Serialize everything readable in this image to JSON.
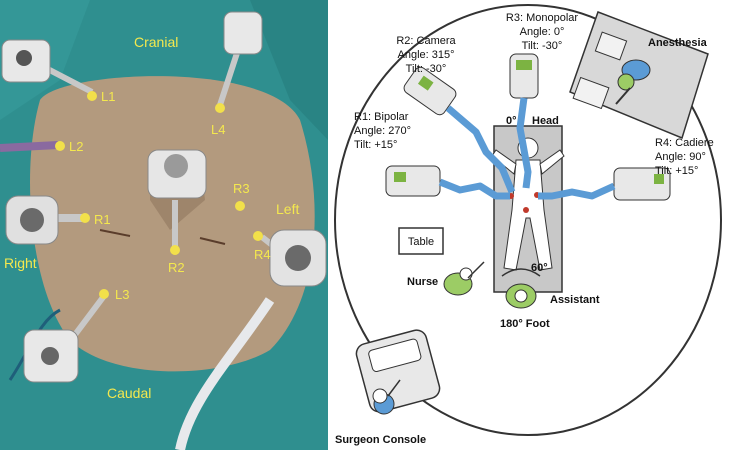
{
  "photo": {
    "orientation": {
      "cranial": "Cranial",
      "caudal": "Caudal",
      "left": "Left",
      "right": "Right"
    },
    "ports": [
      {
        "id": "L1",
        "label": "L1"
      },
      {
        "id": "L2",
        "label": "L2"
      },
      {
        "id": "L3",
        "label": "L3"
      },
      {
        "id": "L4",
        "label": "L4"
      },
      {
        "id": "R1",
        "label": "R1"
      },
      {
        "id": "R2",
        "label": "R2"
      },
      {
        "id": "R3",
        "label": "R3"
      },
      {
        "id": "R4",
        "label": "R4"
      }
    ],
    "colors": {
      "drape": "#2f8f8f",
      "skin": "#b39a7e",
      "marker": "#f2e04a",
      "label": "#f4e84e"
    }
  },
  "diagram": {
    "arms": {
      "r1": {
        "name": "R1: Bipolar",
        "angle": "Angle: 270°",
        "tilt": "Tilt: +15°"
      },
      "r2": {
        "name": "R2: Camera",
        "angle": "Angle: 315°",
        "tilt": "Tilt: -30°"
      },
      "r3": {
        "name": "R3: Monopolar",
        "angle": "Angle: 0°",
        "tilt": "Tilt: -30°"
      },
      "r4": {
        "name": "R4: Cadiere",
        "angle": "Angle: 90°",
        "tilt": "Tilt: +15°"
      }
    },
    "stations": {
      "anesthesia": "Anesthesia",
      "table": "Table",
      "nurse": "Nurse",
      "assistant": "Assistant",
      "surgeon_console": "Surgeon Console"
    },
    "markers": {
      "head_angle": "0°",
      "head": "Head",
      "assistant_angle": "60°",
      "foot": "180° Foot"
    },
    "colors": {
      "arm": "#5b9bd5",
      "person": "#9ccc65",
      "outline": "#333333"
    }
  }
}
